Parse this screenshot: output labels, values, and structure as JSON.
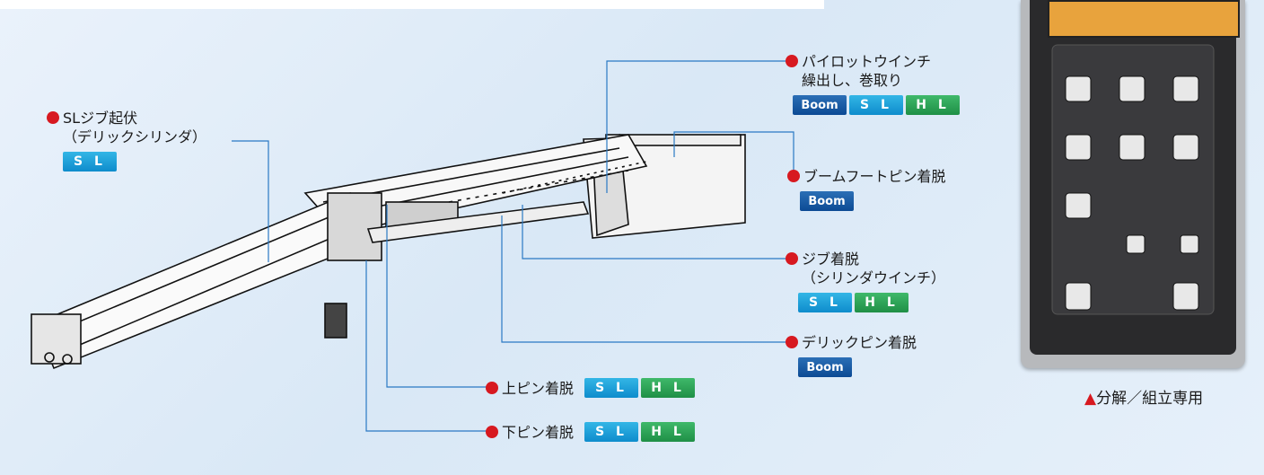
{
  "labels": {
    "sl_jib_derrick": {
      "line1": "SLジブ起伏",
      "line2": "（デリックシリンダ）",
      "badges": [
        "S L"
      ]
    },
    "pilot_winch": {
      "line1": "パイロットウインチ",
      "line2": "繰出し、巻取り",
      "badges": [
        "Boom",
        "S L",
        "H L"
      ]
    },
    "boom_foot_pin": {
      "line1": "ブームフートピン着脱",
      "badges": [
        "Boom"
      ]
    },
    "jib_attach": {
      "line1": "ジブ着脱",
      "line2": "（シリンダウインチ）",
      "badges": [
        "S L",
        "H L"
      ]
    },
    "derrick_pin": {
      "line1": "デリックピン着脱",
      "badges": [
        "Boom"
      ]
    },
    "upper_pin": {
      "line1": "上ピン着脱",
      "badges": [
        "S L",
        "H L"
      ]
    },
    "lower_pin": {
      "line1": "下ピン着脱",
      "badges": [
        "S L",
        "H L"
      ]
    }
  },
  "remote": {
    "caption": "分解／組立専用",
    "caption_marker": "▲"
  },
  "colors": {
    "dot": "#d71920",
    "boom_badge": "#0c4a94",
    "sl_badge": "#0e8ccc",
    "hl_badge": "#1f8f46",
    "leader_line": "#2a79c4"
  }
}
